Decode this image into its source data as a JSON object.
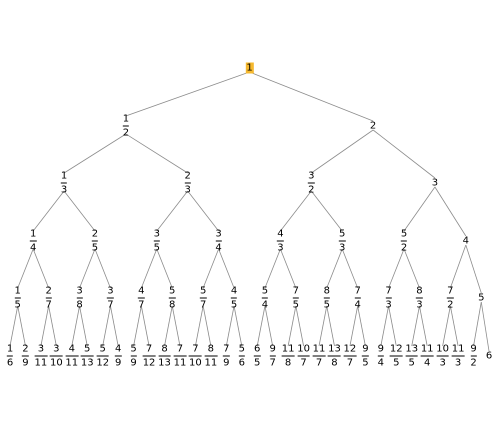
{
  "tree": {
    "highlight_color": "#f5b82e",
    "edge_color": "#8c8c8c",
    "levels": [
      [
        [
          1,
          1
        ]
      ],
      [
        [
          1,
          2
        ],
        [
          2,
          1
        ]
      ],
      [
        [
          1,
          3
        ],
        [
          2,
          3
        ],
        [
          3,
          2
        ],
        [
          3,
          1
        ]
      ],
      [
        [
          1,
          4
        ],
        [
          2,
          5
        ],
        [
          3,
          5
        ],
        [
          3,
          4
        ],
        [
          4,
          3
        ],
        [
          5,
          3
        ],
        [
          5,
          2
        ],
        [
          4,
          1
        ]
      ],
      [
        [
          1,
          5
        ],
        [
          2,
          7
        ],
        [
          3,
          8
        ],
        [
          3,
          7
        ],
        [
          4,
          7
        ],
        [
          5,
          8
        ],
        [
          5,
          7
        ],
        [
          4,
          5
        ],
        [
          5,
          4
        ],
        [
          7,
          5
        ],
        [
          8,
          5
        ],
        [
          7,
          4
        ],
        [
          7,
          3
        ],
        [
          8,
          3
        ],
        [
          7,
          2
        ],
        [
          5,
          1
        ]
      ],
      [
        [
          1,
          6
        ],
        [
          2,
          9
        ],
        [
          3,
          11
        ],
        [
          3,
          10
        ],
        [
          4,
          11
        ],
        [
          5,
          13
        ],
        [
          5,
          12
        ],
        [
          4,
          9
        ],
        [
          5,
          9
        ],
        [
          7,
          12
        ],
        [
          8,
          13
        ],
        [
          7,
          11
        ],
        [
          7,
          10
        ],
        [
          8,
          11
        ],
        [
          7,
          9
        ],
        [
          5,
          6
        ],
        [
          6,
          5
        ],
        [
          9,
          7
        ],
        [
          11,
          8
        ],
        [
          10,
          7
        ],
        [
          11,
          7
        ],
        [
          13,
          8
        ],
        [
          12,
          7
        ],
        [
          9,
          5
        ],
        [
          9,
          4
        ],
        [
          12,
          5
        ],
        [
          13,
          5
        ],
        [
          11,
          4
        ],
        [
          10,
          3
        ],
        [
          11,
          3
        ],
        [
          9,
          2
        ],
        [
          6,
          1
        ]
      ]
    ]
  }
}
